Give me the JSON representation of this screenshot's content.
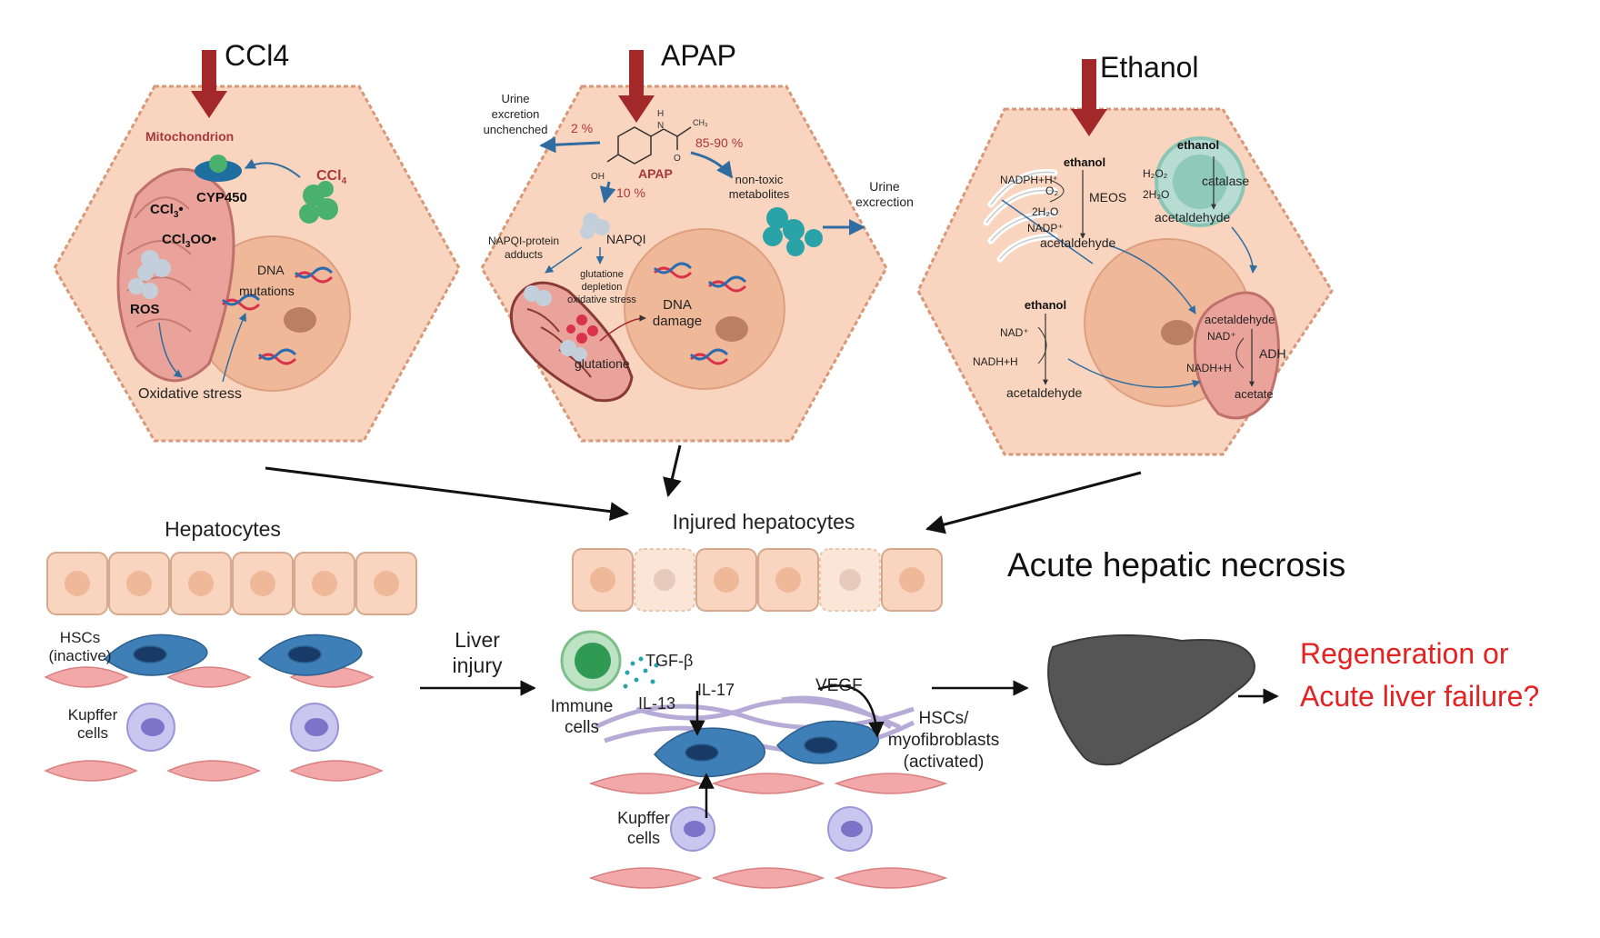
{
  "panels": {
    "ccl4": {
      "title": "CCl4",
      "mitochondrion": "Mitochondrion",
      "ccl4_label": "CCl",
      "ccl4_sub": "4",
      "cyp": "CYP450",
      "ccl3": "CCl",
      "ccl3_sub": "3",
      "ccl3_dot": "•",
      "ccl3oo_a": "CCl",
      "ccl3oo_sub": "3",
      "ccl3oo_b": "OO•",
      "ros": "ROS",
      "dna": "DNA",
      "mutations": "mutations",
      "oxidative": "Oxidative stress"
    },
    "apap": {
      "title": "APAP",
      "urine_1": "Urine",
      "urine_2": "excretion",
      "urine_3": "unchenched",
      "pct_2": "2 %",
      "pct_85": "85-90 %",
      "pct_10": "10 %",
      "apap_label": "APAP",
      "oh": "OH",
      "h": "H",
      "n": "N",
      "o": "O",
      "ch3": "CH₃",
      "nontoxic_1": "non-toxic",
      "nontoxic_2": "metabolites",
      "urine_out_1": "Urine",
      "urine_out_2": "excrection",
      "napqi": "NAPQI",
      "adducts_1": "NAPQI-protein",
      "adducts_2": "adducts",
      "gsh_dep_1": "glutatione",
      "gsh_dep_2": "depletion",
      "gsh_dep_3": "oxidative stress",
      "dna_1": "DNA",
      "dna_2": "damage",
      "glutatione": "glutatione"
    },
    "ethanol": {
      "title": "Ethanol",
      "eth_meos": "ethanol",
      "nadph": "NADPH+H⁺",
      "o2": "O₂",
      "meos": "MEOS",
      "h2o": "2H₂O",
      "nadp": "NADP⁺",
      "acet_meos": "acetaldehyde",
      "eth_cat": "ethanol",
      "h2o2": "H₂O₂",
      "catalase": "catalase",
      "h2o_cat": "2H₂O",
      "acet_cat": "acetaldehyde",
      "eth_cyt": "ethanol",
      "nad": "NAD⁺",
      "nadh": "NADH+H",
      "acet_cyt": "acetaldehyde",
      "acet_mito": "acetaldehyde",
      "nad_mito": "NAD⁺",
      "adh": "ADH",
      "nadh_mito": "NADH+H",
      "acetate": "acetate"
    }
  },
  "bottom": {
    "hepatocytes": "Hepatocytes",
    "hscs_inactive_1": "HSCs",
    "hscs_inactive_2": "(inactive)",
    "kupffer_left_1": "Kupffer",
    "kupffer_left_2": "cells",
    "liver_injury_1": "Liver",
    "liver_injury_2": "injury",
    "injured": "Injured hepatocytes",
    "tgf": "TGF-β",
    "immune_1": "Immune",
    "immune_2": "cells",
    "il13": "IL-13",
    "il17": "IL-17",
    "vegf": "VEGF",
    "hscs_act_1": "HSCs/",
    "hscs_act_2": "myofibroblasts",
    "hscs_act_3": "(activated)",
    "kupffer_right_1": "Kupffer",
    "kupffer_right_2": "cells",
    "necrosis": "Acute hepatic necrosis",
    "outcome_1": "Regeneration or",
    "outcome_2": "Acute liver failure?"
  },
  "colors": {
    "cell": "#f9d5bf",
    "nucleus": "#efb898",
    "arrow_red": "#a3282a",
    "outcome_red": "#e32322",
    "red_label": "#a8383a",
    "blue_arrow": "#2f6da0"
  }
}
